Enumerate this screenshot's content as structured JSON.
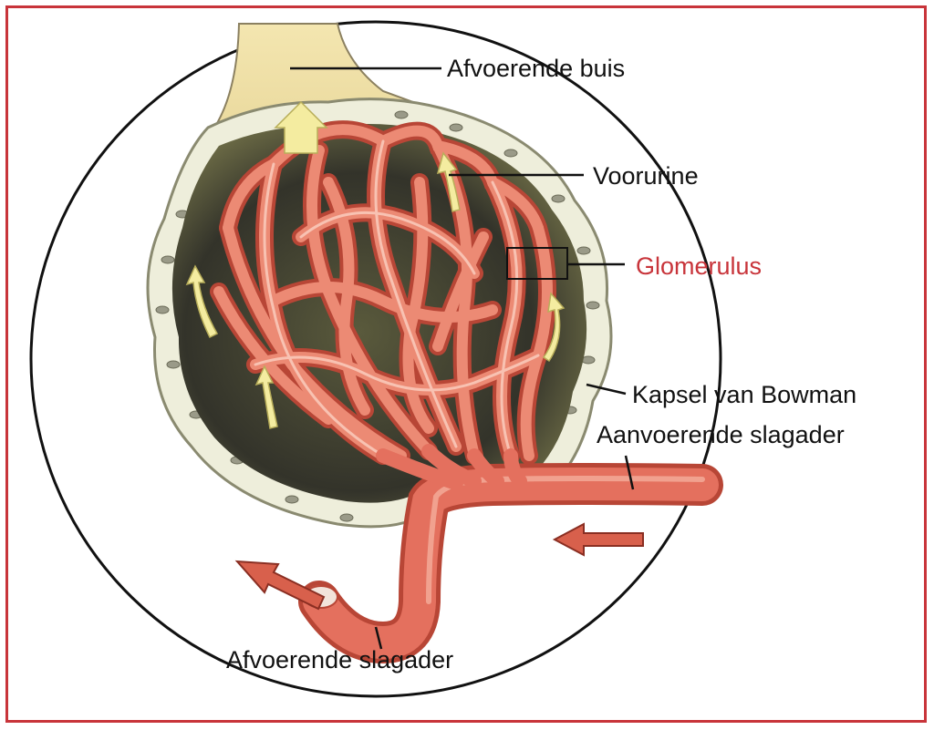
{
  "labels": {
    "afvoerende_buis": "Afvoerende buis",
    "voorurine": "Voorurine",
    "glomerulus": "Glomerulus",
    "kapsel": "Kapsel van Bowman",
    "aanvoerende_slagader": "Aanvoerende slagader",
    "afvoerende_slagader": "Afvoerende slagader"
  },
  "colors": {
    "frame": "#c8343a",
    "glomerulus_label": "#c8343a",
    "vessel": "#e4705e",
    "capsule": "#eeeedb",
    "cavity": "#3c3c2c",
    "flow_arrow": "#f4eca0"
  }
}
